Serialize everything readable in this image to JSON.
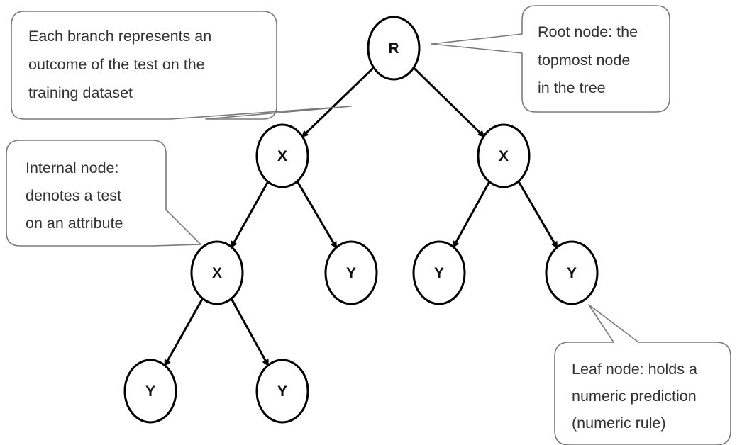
{
  "nodes": [
    {
      "id": "r",
      "label": "R"
    },
    {
      "id": "x1",
      "label": "X"
    },
    {
      "id": "x2",
      "label": "X"
    },
    {
      "id": "x3",
      "label": "X"
    },
    {
      "id": "y1",
      "label": "Y"
    },
    {
      "id": "y2",
      "label": "Y"
    },
    {
      "id": "y3",
      "label": "Y"
    },
    {
      "id": "y4",
      "label": "Y"
    },
    {
      "id": "y5",
      "label": "Y"
    }
  ],
  "edges": [
    {
      "from": "r",
      "to": "x1"
    },
    {
      "from": "r",
      "to": "x2"
    },
    {
      "from": "x1",
      "to": "x3"
    },
    {
      "from": "x1",
      "to": "y1"
    },
    {
      "from": "x2",
      "to": "y2"
    },
    {
      "from": "x2",
      "to": "y3"
    },
    {
      "from": "x3",
      "to": "y4"
    },
    {
      "from": "x3",
      "to": "y5"
    }
  ],
  "callouts": {
    "branch": {
      "lines": [
        "Each branch represents an",
        "outcome of the test on the",
        "training dataset"
      ]
    },
    "root": {
      "lines": [
        "Root node: the",
        "topmost  node",
        "in the tree"
      ]
    },
    "internal": {
      "lines": [
        "Internal   node:",
        "denotes  a  test",
        "on an attribute"
      ]
    },
    "leaf": {
      "lines": [
        "Leaf node: holds a",
        "numeric prediction",
        "(numeric rule)"
      ]
    }
  },
  "colors": {
    "node_stroke": "#000000",
    "callout_stroke": "#7a7a7a",
    "text": "#333333"
  }
}
